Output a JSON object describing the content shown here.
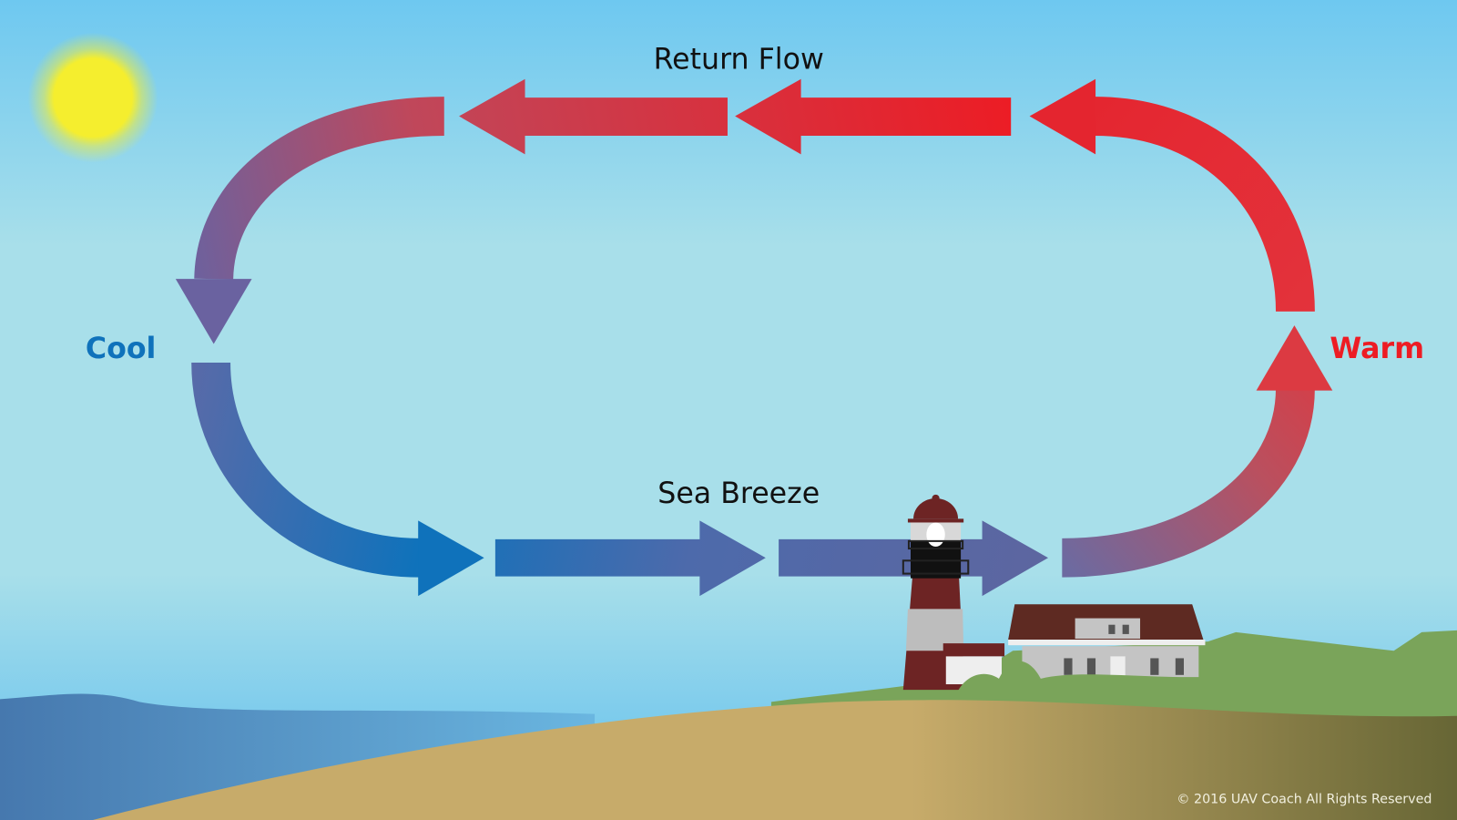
{
  "labels": {
    "return_flow": "Return Flow",
    "sea_breeze": "Sea Breeze",
    "cool": "Cool",
    "warm": "Warm",
    "copyright": "© 2016 UAV Coach All Rights Reserved"
  },
  "colors": {
    "warm": "#ed1c24",
    "cool": "#0f72bb",
    "sky_top": "#6ec8f0",
    "sky_mid": "#a8dfea",
    "sun": "#f5ee2e"
  }
}
